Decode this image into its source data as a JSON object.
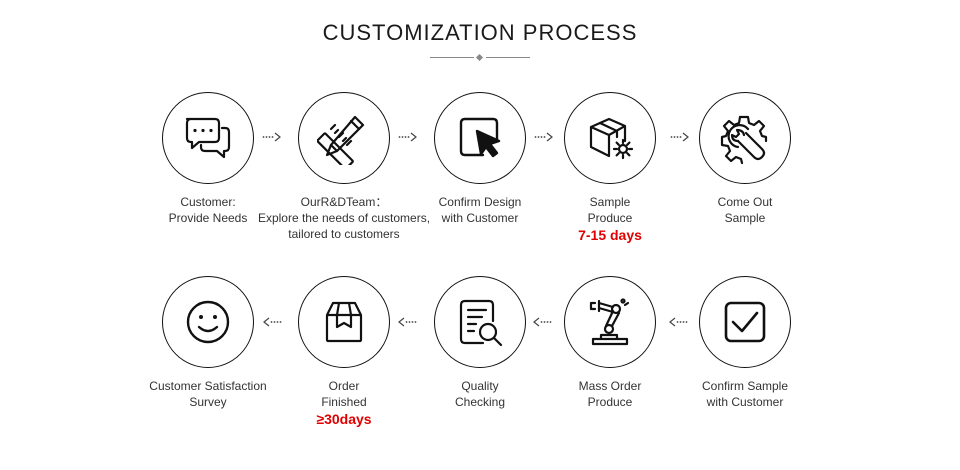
{
  "title": "CUSTOMIZATION PROCESS",
  "steps": [
    {
      "lines": [
        "Customer:",
        "Provide Needs"
      ],
      "highlight": "",
      "icon": "chat-bubbles-icon"
    },
    {
      "lines": [
        "OurR&DTeam：",
        "Explore the needs of customers,",
        "tailored to customers"
      ],
      "highlight": "",
      "icon": "ruler-pencil-icon"
    },
    {
      "lines": [
        "Confirm Design",
        "with Customer"
      ],
      "highlight": "",
      "icon": "cursor-click-icon"
    },
    {
      "lines": [
        "Sample",
        "Produce"
      ],
      "highlight": "7-15 days",
      "icon": "box-gear-icon"
    },
    {
      "lines": [
        "Come Out",
        "Sample"
      ],
      "highlight": "",
      "icon": "gear-wrench-icon"
    },
    {
      "lines": [
        "Confirm Sample",
        "with Customer"
      ],
      "highlight": "",
      "icon": "checkbox-icon"
    },
    {
      "lines": [
        "Mass Order",
        "Produce"
      ],
      "highlight": "",
      "icon": "robot-arm-icon"
    },
    {
      "lines": [
        "Quality",
        "Checking"
      ],
      "highlight": "",
      "icon": "document-magnifier-icon"
    },
    {
      "lines": [
        "Order",
        "Finished"
      ],
      "highlight": "≥30days",
      "icon": "package-icon"
    },
    {
      "lines": [
        "Customer Satisfaction",
        "Survey"
      ],
      "highlight": "",
      "icon": "smiley-icon"
    }
  ],
  "colors": {
    "accent": "#e00000",
    "stroke": "#111111",
    "text": "#333333"
  }
}
